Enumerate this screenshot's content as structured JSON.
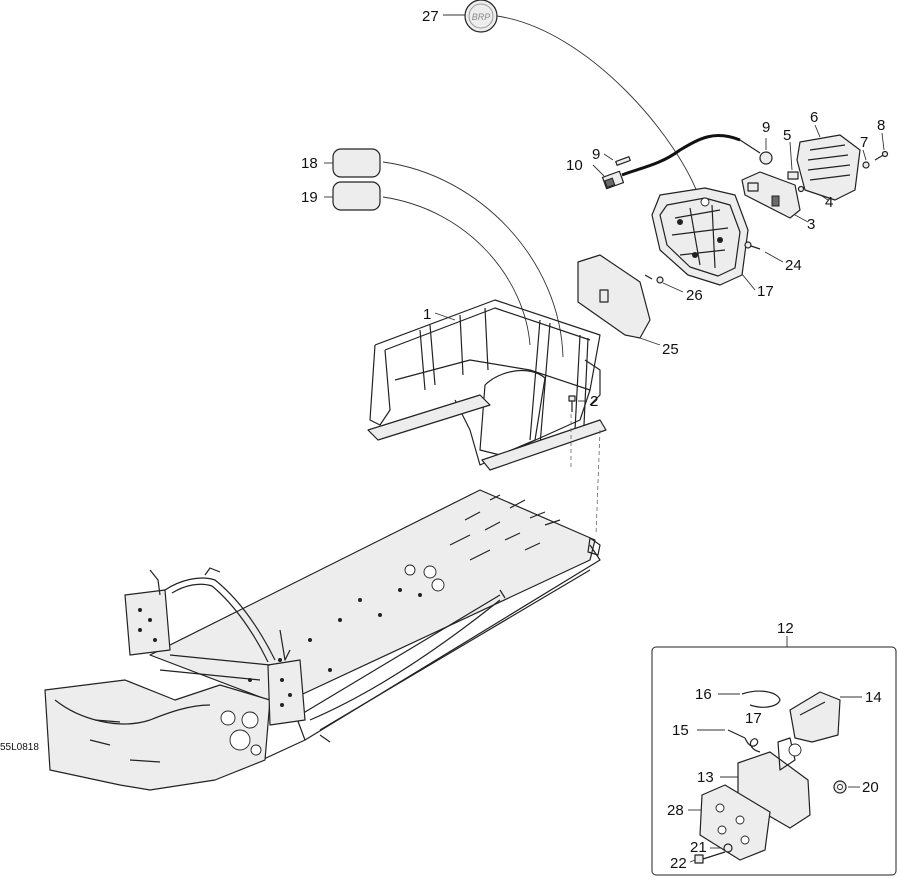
{
  "drawing_code": "55L0818",
  "detail_box_label": "12",
  "callouts": [
    "1",
    "2",
    "3",
    "4",
    "5",
    "6",
    "7",
    "8",
    "9",
    "9",
    "10",
    "12",
    "13",
    "14",
    "15",
    "16",
    "17",
    "17",
    "18",
    "19",
    "20",
    "21",
    "22",
    "24",
    "25",
    "26",
    "27",
    "28"
  ],
  "brand_badge_text": "BRP"
}
